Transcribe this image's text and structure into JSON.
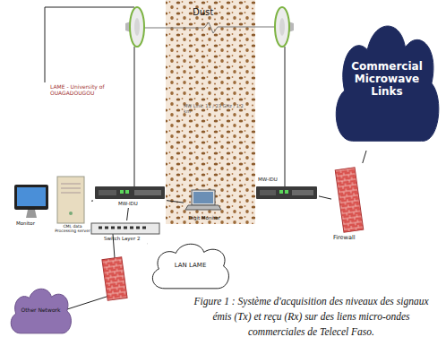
{
  "diagram": {
    "caption": "Figure 1 : Système d'acquisition des niveaux des signaux émis (Tx) et reçu (Rx) sur des liens micro-ondes commerciales de Telecel Faso.",
    "nodes": [
      {
        "text": [
          "Dust"
        ]
      },
      {
        "text": [
          "Commercial Microwave Links"
        ]
      },
      {
        "text": [
          "MW-IDU"
        ]
      },
      {
        "text": [
          "MW-IDU"
        ]
      },
      {
        "text": [
          "Firewall"
        ]
      },
      {
        "text": [
          "Monitor"
        ]
      },
      {
        "text": [
          "CML data Processing server"
        ]
      },
      {
        "text": [
          "Digit Monitor"
        ]
      },
      {
        "text": [
          "Switch Layer 2"
        ]
      },
      {
        "text": [
          "LAN LAME"
        ]
      },
      {
        "text": [
          "Other Network"
        ]
      }
    ],
    "edges": [
      {
        "from": 2,
        "to": 8,
        "arrow": "none"
      },
      {
        "from": 6,
        "to": 2,
        "arrow": "none"
      },
      {
        "from": 7,
        "to": 2,
        "arrow": "none"
      },
      {
        "from": 8,
        "to": 9,
        "arrow": "none"
      },
      {
        "from": 3,
        "to": 4,
        "arrow": "none"
      },
      {
        "from": 4,
        "to": 1,
        "arrow": "none"
      }
    ],
    "labels": [
      "LAME - University of OUAGADOUGOU",
      "MW Link: 11 / 23 GHz / 1,2 km"
    ]
  }
}
